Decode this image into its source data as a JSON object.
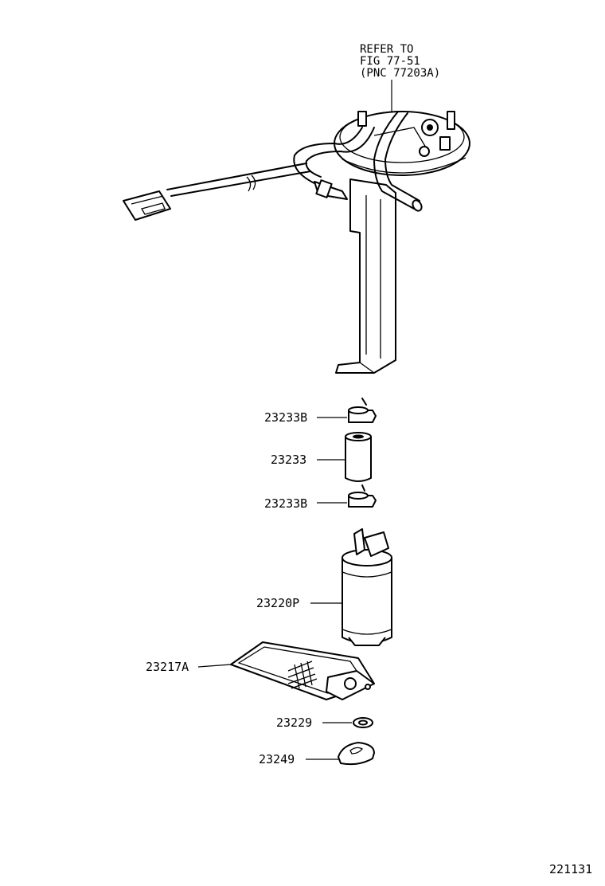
{
  "reference_note": {
    "line1": "REFER TO",
    "line2": "FIG 77-51",
    "line3": "(PNC 77203A)"
  },
  "parts": [
    {
      "part_no": "23233B"
    },
    {
      "part_no": "23233"
    },
    {
      "part_no": "23233B"
    },
    {
      "part_no": "23220P"
    },
    {
      "part_no": "23217A"
    },
    {
      "part_no": "23229"
    },
    {
      "part_no": "23249"
    }
  ],
  "diagram_id": "221131"
}
